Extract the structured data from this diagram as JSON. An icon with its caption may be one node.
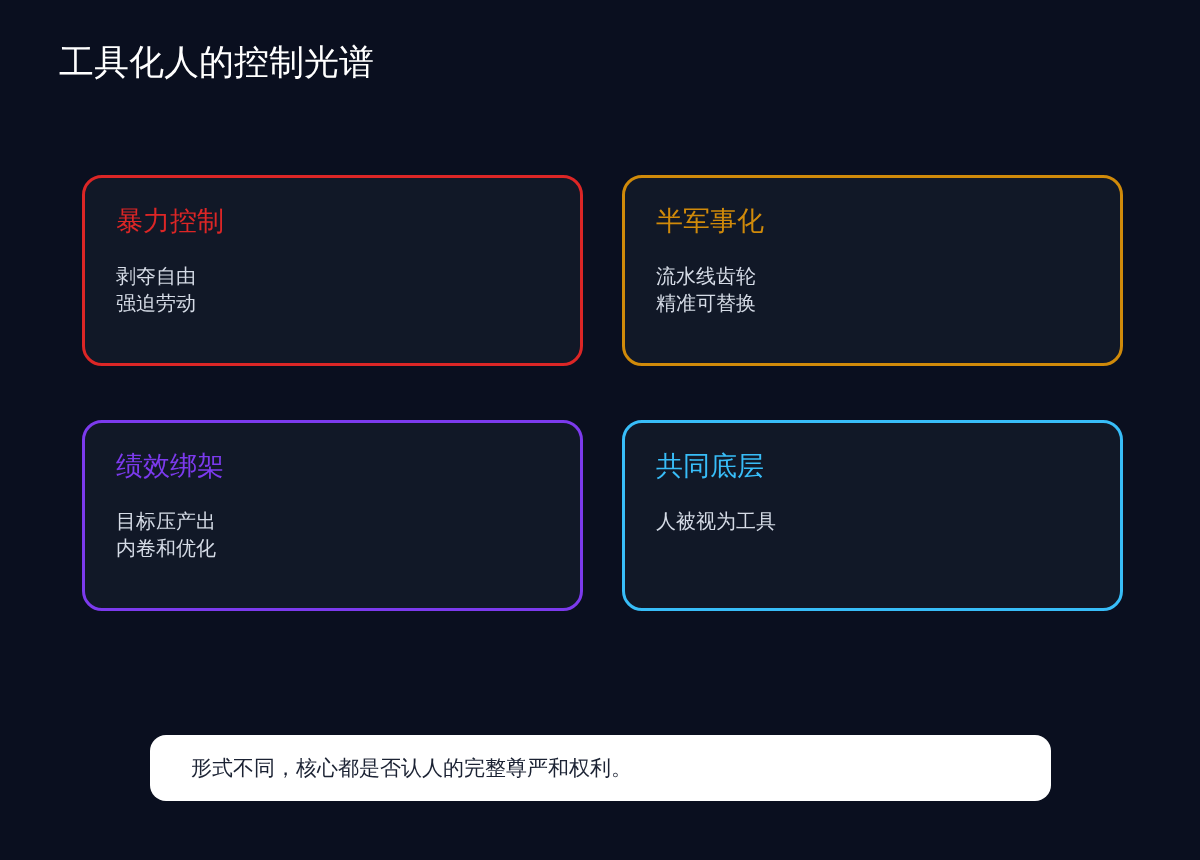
{
  "diagram": {
    "title": "工具化人的控制光谱",
    "nodes": [
      {
        "text": [
          "暴力控制",
          "剥夺自由",
          "强迫劳动"
        ]
      },
      {
        "text": [
          "半军事化",
          "流水线齿轮",
          "精准可替换"
        ]
      },
      {
        "text": [
          "绩效绑架",
          "目标压产出",
          "内卷和优化"
        ]
      },
      {
        "text": [
          "共同底层",
          "人被视为工具"
        ]
      },
      {
        "text": [
          "形式不同，核心都是否认人的完整尊严和权利。"
        ]
      }
    ],
    "edges": []
  }
}
